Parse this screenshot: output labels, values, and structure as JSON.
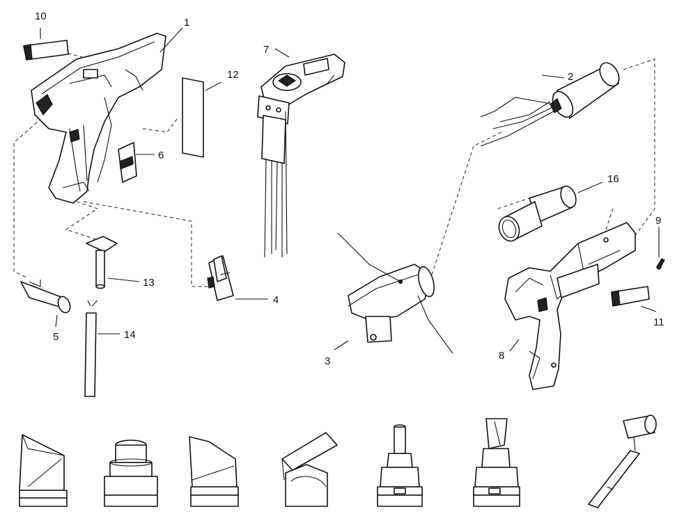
{
  "diagram": {
    "callouts": {
      "c1": "1",
      "c2": "2",
      "c3": "3",
      "c4": "4",
      "c5": "5",
      "c6": "6",
      "c7": "7",
      "c8": "8",
      "c9": "9",
      "c10": "10",
      "c11": "11",
      "c12": "12",
      "c13": "13",
      "c14": "14",
      "c16": "16"
    },
    "colors": {
      "line": "#111111",
      "background": "#ffffff"
    }
  }
}
